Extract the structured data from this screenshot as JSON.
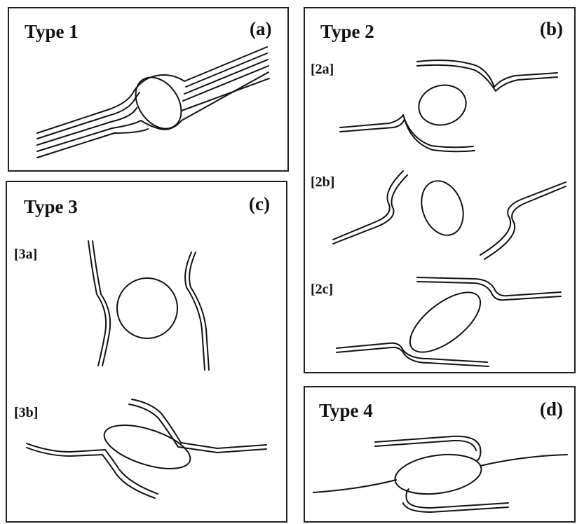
{
  "panels": {
    "a": {
      "title": "Type 1",
      "letter": "(a)"
    },
    "b": {
      "title": "Type 2",
      "letter": "(b)",
      "sub": [
        "[2a]",
        "[2b]",
        "[2c]"
      ]
    },
    "c": {
      "title": "Type 3",
      "letter": "(c)",
      "sub": [
        "[3a]",
        "[3b]"
      ]
    },
    "d": {
      "title": "Type 4",
      "letter": "(d)"
    }
  },
  "colors": {
    "ink": "#111111",
    "background": "#ffffff"
  }
}
